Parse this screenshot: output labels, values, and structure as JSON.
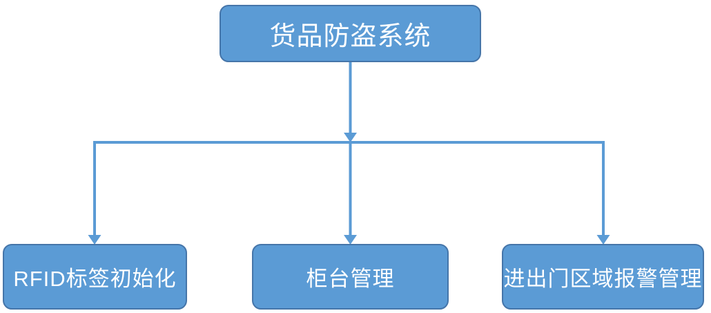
{
  "diagram": {
    "type": "flowchart",
    "root": {
      "label": "货品防盗系统"
    },
    "children": [
      {
        "label": "RFID标签初始化"
      },
      {
        "label": "柜台管理"
      },
      {
        "label": "进出门区域报警管理"
      }
    ]
  },
  "colors": {
    "node_fill": "#5B9BD5",
    "node_border": "#4575A9",
    "connector": "#5B9BD5",
    "text": "#FFFFFF",
    "background": "#FFFFFF"
  }
}
